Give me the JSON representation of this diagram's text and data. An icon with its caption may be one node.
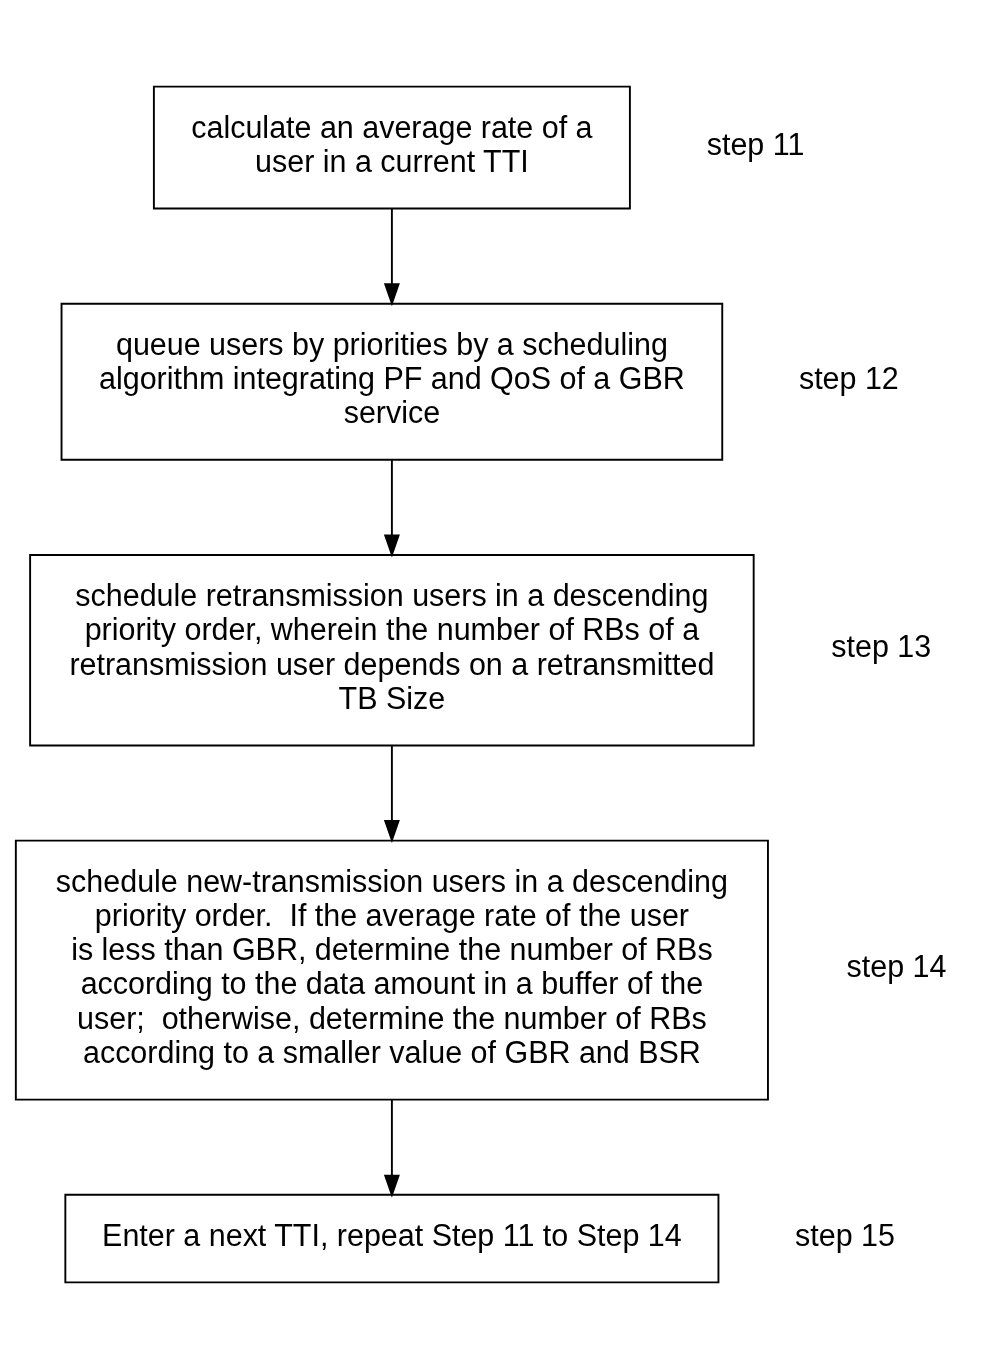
{
  "diagram": {
    "nodes": [
      {
        "text": [
          "calculate an average rate of a user in a current TTI"
        ],
        "beside": [
          "step 11"
        ]
      },
      {
        "text": [
          "queue users by priorities by a scheduling algorithm integrating PF and QoS of a GBR service"
        ],
        "beside": [
          "step 12"
        ]
      },
      {
        "text": [
          "schedule retransmission users in a descending priority order, wherein the number of RBs of a retransmission user depends on a retransmitted TB Size"
        ],
        "beside": [
          "step 13"
        ]
      },
      {
        "text": [
          "schedule new-transmission users in a descending priority order.  If the average rate of the user is less than GBR, determine the number of RBs according to the data amount in a buffer of the user;  otherwise, determine the number of RBs according to a smaller value of GBR and BSR"
        ],
        "beside": [
          "step 14"
        ]
      },
      {
        "text": [
          "Enter a next TTI, repeat Step 11 to Step 14"
        ],
        "beside": [
          "step 15"
        ]
      }
    ],
    "edges": [
      {
        "from": 0,
        "to": 1,
        "arrow": "to"
      },
      {
        "from": 1,
        "to": 2,
        "arrow": "to"
      },
      {
        "from": 2,
        "to": 3,
        "arrow": "to"
      },
      {
        "from": 3,
        "to": 4,
        "arrow": "to"
      }
    ]
  }
}
